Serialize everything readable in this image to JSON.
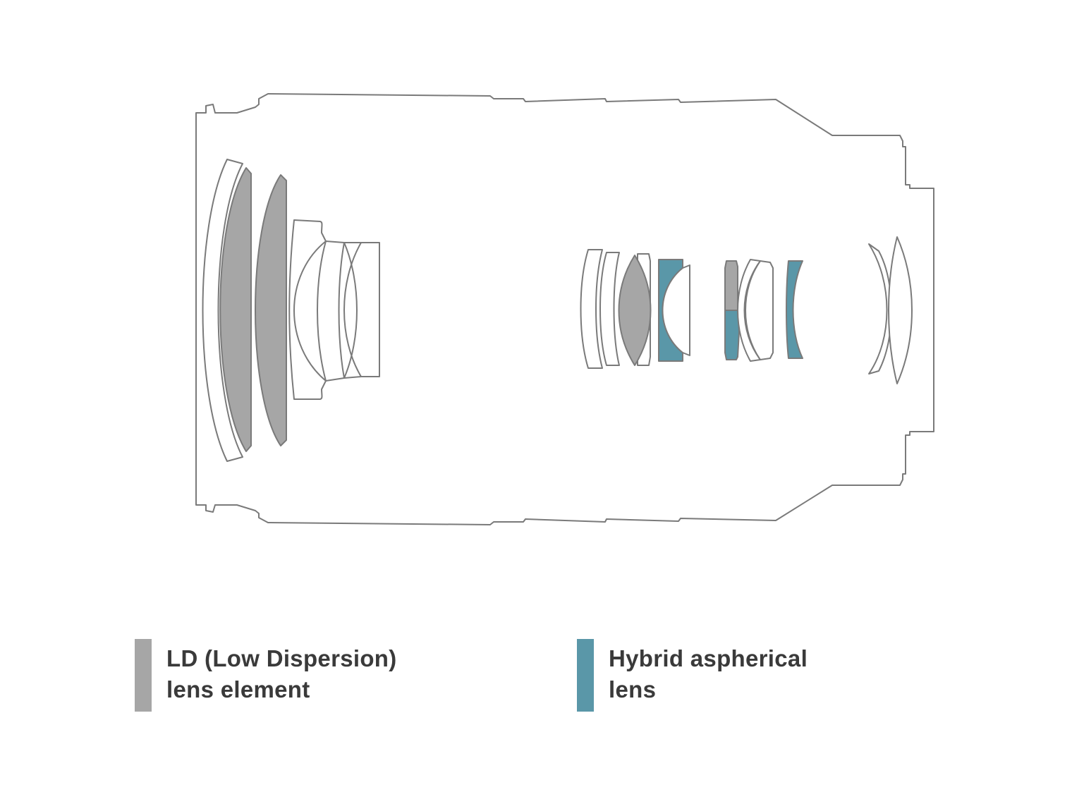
{
  "legend": [
    {
      "key": "ld",
      "line1": "LD (Low Dispersion)",
      "line2": "lens element",
      "color": "#a6a6a6"
    },
    {
      "key": "hybrid",
      "line1": "Hybrid aspherical",
      "line2": "lens",
      "color": "#5a97a8"
    }
  ],
  "colors": {
    "outline": "#7a7a7a",
    "ld_fill": "#a6a6a6",
    "hybrid_fill": "#5a97a8",
    "plain_fill": "#ffffff",
    "background": "#ffffff"
  },
  "diagram": {
    "elements": [
      {
        "id": "front-meniscus-1",
        "type": "plain"
      },
      {
        "id": "front-ld-1",
        "type": "ld"
      },
      {
        "id": "front-ld-2",
        "type": "ld"
      },
      {
        "id": "front-concave",
        "type": "plain"
      },
      {
        "id": "front-biconvex-a",
        "type": "plain"
      },
      {
        "id": "front-biconvex-b",
        "type": "plain"
      },
      {
        "id": "mid-plain-1",
        "type": "plain"
      },
      {
        "id": "mid-plain-2",
        "type": "plain"
      },
      {
        "id": "mid-ld",
        "type": "ld"
      },
      {
        "id": "mid-hybrid-1",
        "type": "hybrid"
      },
      {
        "id": "mid-ld-hybrid-cemented",
        "type": "ld+hybrid"
      },
      {
        "id": "mid-plain-3",
        "type": "plain"
      },
      {
        "id": "mid-hybrid-2",
        "type": "hybrid"
      },
      {
        "id": "rear-concave",
        "type": "plain"
      },
      {
        "id": "rear-biconvex",
        "type": "plain"
      }
    ]
  }
}
